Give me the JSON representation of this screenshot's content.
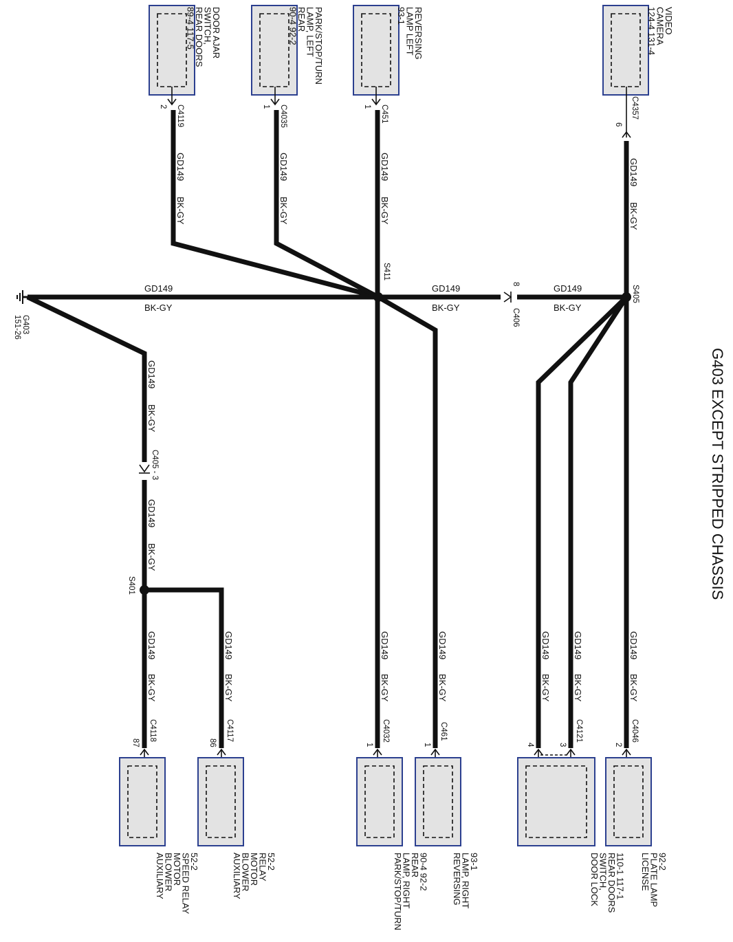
{
  "title": "G403 EXCEPT STRIPPED CHASSIS",
  "wire_code": "GD149",
  "wire_color": "BK-GY",
  "ground": {
    "name": "G403",
    "ref": "151-26"
  },
  "splices": {
    "s411": "S411",
    "s405": "S405",
    "s401": "S401"
  },
  "inline_connectors": {
    "c406": {
      "name": "C406",
      "pin": "8"
    },
    "c405": {
      "name": "C405 - 3"
    }
  },
  "top_components": [
    {
      "id": "door_ajar",
      "lines": [
        "DOOR AJAR",
        "SWITCH,",
        "REAR DOORS",
        "89-4    117-5"
      ],
      "connector": "C4119",
      "pin": "2"
    },
    {
      "id": "park_left",
      "lines": [
        "PARK/STOP/TURN",
        "LAMP, LEFT",
        "REAR",
        "90-4    92-2"
      ],
      "connector": "C4035",
      "pin": "1"
    },
    {
      "id": "rev_left",
      "lines": [
        "REVERSING",
        "LAMP LEFT",
        "93-1"
      ],
      "connector": "C451",
      "pin": "1"
    },
    {
      "id": "video_camera",
      "lines": [
        "VIDEO",
        "CAMERA",
        "124-4    131-4"
      ],
      "connector": "C4357",
      "pin": "6"
    }
  ],
  "bottom_components": [
    {
      "id": "aux_speed_relay",
      "lines": [
        "AUXILIARY",
        "BLOWER",
        "MOTOR",
        "SPEED RELAY",
        "52-2"
      ],
      "connector": "C4118",
      "pin": "87"
    },
    {
      "id": "aux_relay",
      "lines": [
        "AUXILIARY",
        "BLOWER",
        "MOTOR",
        "RELAY",
        "52-2"
      ],
      "connector": "C4117",
      "pin": "86"
    },
    {
      "id": "park_right",
      "lines": [
        "PARK/STOP/TURN",
        "LAMP, RIGHT",
        "REAR",
        "90-4    92-2"
      ],
      "connector": "C4032",
      "pin": "1"
    },
    {
      "id": "rev_right",
      "lines": [
        "REVERSING",
        "LAMP, RIGHT",
        "93-1"
      ],
      "connector": "C461",
      "pin": "1"
    },
    {
      "id": "door_lock",
      "lines": [
        "DOOR LOCK",
        "SWITCH,",
        "REAR DOORS",
        "110-1    117-1"
      ],
      "connector": "C4121",
      "pin3": "3",
      "pin4": "4"
    },
    {
      "id": "license_plate",
      "lines": [
        "LICENSE",
        "PLATE LAMP",
        "92-2"
      ],
      "connector": "C4046",
      "pin": "2"
    }
  ]
}
